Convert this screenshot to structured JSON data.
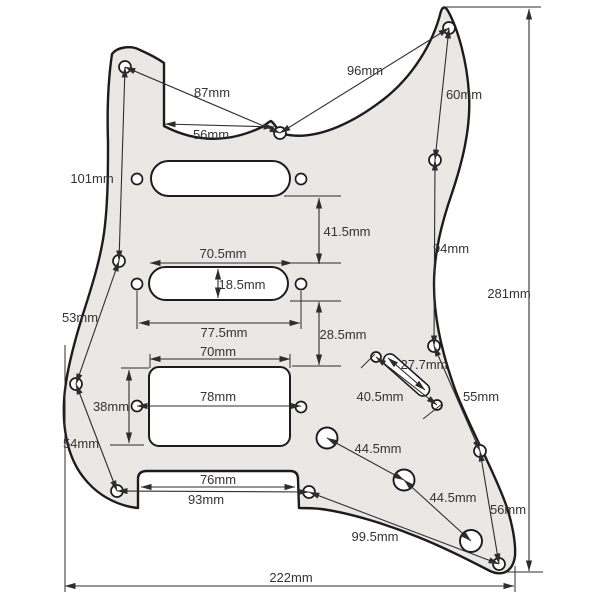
{
  "colors": {
    "background": "#ffffff",
    "pickguard_fill": "#e9e8e5",
    "outline": "#1c1c1c",
    "dimension_lines": "#2d2d2d",
    "label_text": "#333333"
  },
  "labels": {
    "horn_to_neck_screw": "87mm",
    "neck_pocket_width": "56mm",
    "neck_screw_to_upper_horn": "96mm",
    "upper_horn_to_right_upper": "60mm",
    "left_horn_to_left_upper": "101mm",
    "left_upper_to_left_mid": "53mm",
    "left_mid_to_bottom_left": "54mm",
    "neck_to_middle_pickup_gap": "41.5mm",
    "middle_pickup_length": "70.5mm",
    "middle_pickup_width": "18.5mm",
    "middle_pickup_screw_span": "77.5mm",
    "middle_to_bridge_gap": "28.5mm",
    "humbucker_top_width": "70mm",
    "humbucker_height": "38mm",
    "humbucker_screw_span": "78mm",
    "trem_slot_length": "27.7mm",
    "trem_screw_span": "40.5mm",
    "pot1_to_pot2": "44.5mm",
    "pot2_to_pot3": "44.5mm",
    "right_upper_to_right_mid": "94mm",
    "right_mid_to_right_lower": "55mm",
    "right_lower_to_tail": "56mm",
    "bridge_right_to_tail": "99.5mm",
    "bridge_cutout_width": "76mm",
    "bridge_cutout_screw_span": "93mm",
    "overall_width": "222mm",
    "overall_height": "281mm"
  }
}
